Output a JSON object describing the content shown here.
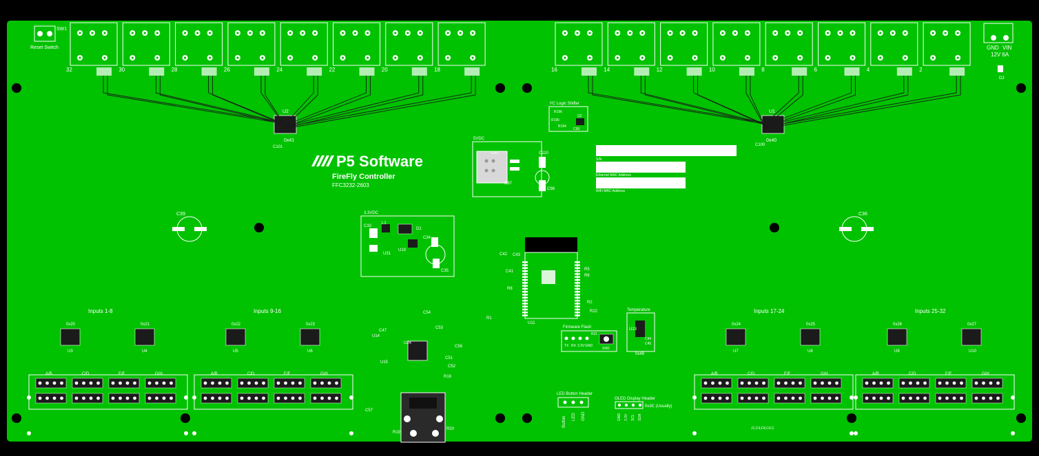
{
  "brand": {
    "name": "P5 Software",
    "product": "FireFly Controller",
    "part_number": "FFC3232-2603"
  },
  "top_left": {
    "switch_ref": "SW1",
    "switch_label": "Reset Switch"
  },
  "power": {
    "labels": [
      "GND",
      "VIN"
    ],
    "rating": "12V 6A",
    "diode_ref": "D2"
  },
  "outputs": {
    "left_labels": [
      "32",
      "30",
      "28",
      "26",
      "24",
      "22",
      "20",
      "18"
    ],
    "right_labels": [
      "16",
      "14",
      "12",
      "10",
      "8",
      "6",
      "4",
      "2"
    ]
  },
  "shift_chips": {
    "left": {
      "ref": "U2",
      "addr": "0x41",
      "cap": "C101"
    },
    "right": {
      "ref": "U1",
      "addr": "0x40",
      "cap": "C100"
    }
  },
  "logic_shifter": {
    "title": "I²C Logic Shifter",
    "refs": [
      "R196",
      "R195",
      "R194",
      "Q2",
      "C99"
    ]
  },
  "supply_5v": {
    "title": "5VDC",
    "refs": [
      "U30",
      "C110",
      "C97",
      "C98"
    ]
  },
  "supply_33v": {
    "title": "3.3VDC",
    "refs": [
      "C33",
      "L1",
      "D1",
      "C34",
      "U19",
      "U31",
      "C35"
    ]
  },
  "mac_boxes": [
    {
      "label": "S/N"
    },
    {
      "label": "Ethernet MAC Address"
    },
    {
      "label": "WiFi MAC Address"
    }
  ],
  "caps": {
    "left": "C39",
    "right": "C36"
  },
  "mcu": {
    "ref": "U11",
    "near_refs": [
      "C42",
      "C41",
      "C43",
      "R5",
      "R6",
      "R8",
      "R2",
      "R22",
      "R1"
    ]
  },
  "input_groups": [
    {
      "title": "Inputs 1-8",
      "chips": [
        {
          "ref": "U3",
          "addr": "0x20"
        },
        {
          "ref": "U4",
          "addr": "0x21"
        }
      ]
    },
    {
      "title": "Inputs 9-16",
      "chips": [
        {
          "ref": "U5",
          "addr": "0x22"
        },
        {
          "ref": "U6",
          "addr": "0x23"
        }
      ]
    },
    {
      "title": "Inputs 17-24",
      "chips": [
        {
          "ref": "U7",
          "addr": "0x24"
        },
        {
          "ref": "U8",
          "addr": "0x25"
        }
      ]
    },
    {
      "title": "Inputs 25-32",
      "chips": [
        {
          "ref": "U9",
          "addr": "0x26"
        },
        {
          "ref": "U10",
          "addr": "0x27"
        }
      ]
    }
  ],
  "connector_labels": [
    "A/B",
    "C/D",
    "E/F",
    "G/H"
  ],
  "firmware": {
    "title": "Firmware Flash",
    "pins": [
      "TX",
      "RX",
      "3.3V",
      "GND"
    ],
    "switch": "SW2",
    "ref": "R21"
  },
  "temperature": {
    "title": "Temperature",
    "ref": "U13",
    "addr": "0x48",
    "caps": [
      "C44",
      "C45"
    ]
  },
  "led_header": {
    "title": "LED Button Header",
    "pins": [
      "Button",
      "LED",
      "GND"
    ]
  },
  "oled_header": {
    "title": "OLED Display Header",
    "pins": [
      "GND",
      "3.3V",
      "SCL",
      "SDA"
    ],
    "note": "0x3C (Usually)"
  },
  "usb_area": {
    "refs": [
      "U24",
      "U14",
      "U15",
      "C47",
      "C56",
      "C51",
      "C52",
      "C53",
      "C54",
      "C57",
      "R19",
      "R20",
      "R18"
    ]
  },
  "footer_code": "J1,C4,C4,C4,C"
}
